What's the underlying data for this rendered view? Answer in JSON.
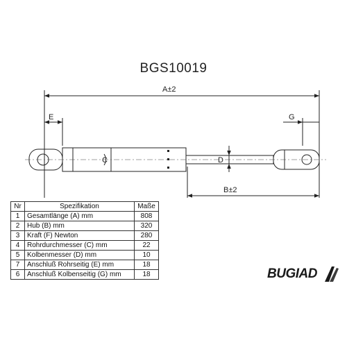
{
  "title": "BGS10019",
  "dimension_labels": {
    "A": "A±2",
    "B": "B±2",
    "C": "C",
    "D": "D",
    "E": "E",
    "G": "G"
  },
  "table": {
    "headers": {
      "nr": "Nr",
      "spec": "Spezifikation",
      "value": "Maße"
    },
    "rows": [
      {
        "nr": "1",
        "spec": "Gesamtlänge (A) mm",
        "value": "808"
      },
      {
        "nr": "2",
        "spec": "Hub (B)   mm",
        "value": "320"
      },
      {
        "nr": "3",
        "spec": "Kraft (F) Newton",
        "value": "280"
      },
      {
        "nr": "4",
        "spec": "Rohrdurchmesser (C) mm",
        "value": "22"
      },
      {
        "nr": "5",
        "spec": "Kolbenmesser (D) mm",
        "value": "10"
      },
      {
        "nr": "7",
        "spec": "Anschluß Rohrseitig (E) mm",
        "value": "18"
      },
      {
        "nr": "6",
        "spec": "Anschluß Kolbenseitig (G) mm",
        "value": "18"
      }
    ]
  },
  "brand": {
    "name": "BUGIAD"
  },
  "colors": {
    "line": "#222222",
    "background": "#ffffff"
  }
}
